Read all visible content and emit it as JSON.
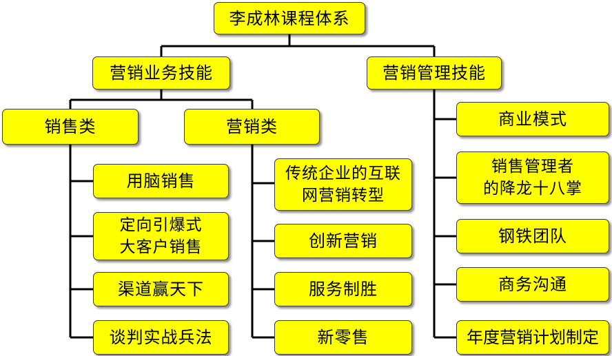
{
  "root": {
    "label": "李成林课程体系"
  },
  "marketing_business": {
    "label": "营销业务技能",
    "sales": {
      "label": "销售类",
      "items": [
        "用脑销售",
        [
          "定向引爆式",
          "大客户销售"
        ],
        "渠道赢天下",
        "谈判实战兵法"
      ]
    },
    "marketing": {
      "label": "营销类",
      "items": [
        [
          "传统企业的互联",
          "网营销转型"
        ],
        "创新营销",
        "服务制胜",
        "新零售"
      ]
    }
  },
  "marketing_management": {
    "label": "营销管理技能",
    "items": [
      "商业模式",
      [
        "销售管理者",
        "的降龙十八掌"
      ],
      "钢铁团队",
      "商务沟通",
      "年度营销计划制定"
    ]
  },
  "colors": {
    "box_fill": "#ffff00",
    "line": "#000000"
  }
}
